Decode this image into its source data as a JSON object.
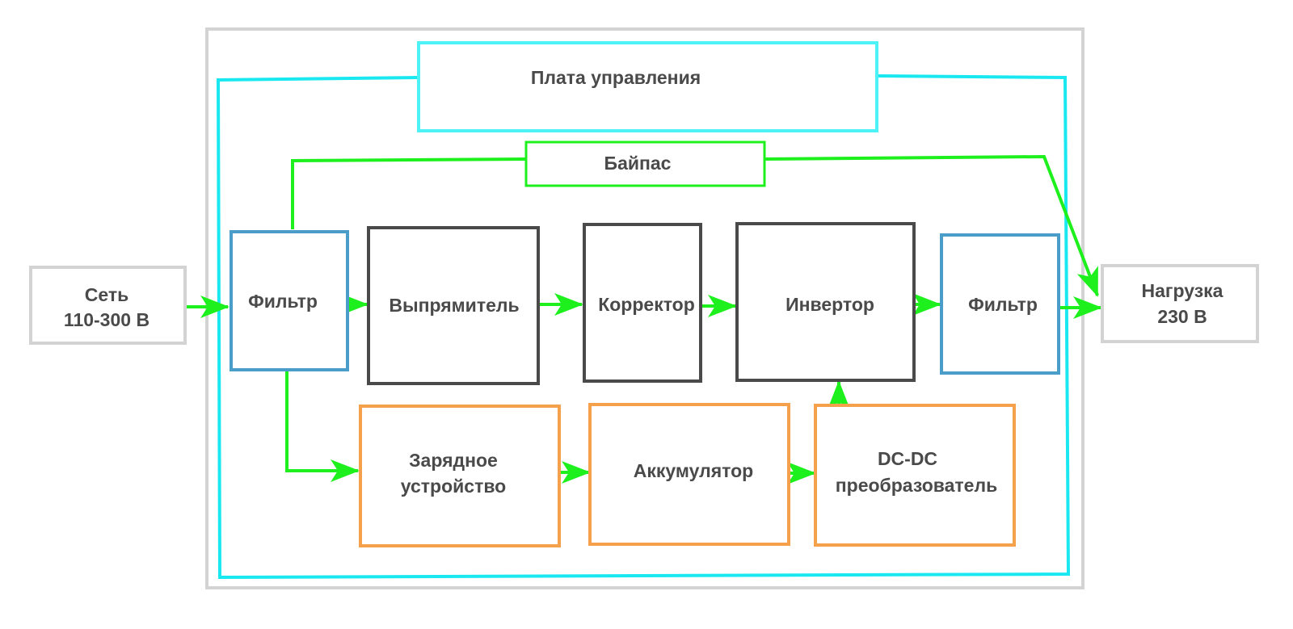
{
  "nodes": {
    "source": {
      "line1": "Сеть",
      "line2": "110-300 В"
    },
    "control_board": {
      "label": "Плата управления"
    },
    "bypass": {
      "label": "Байпас"
    },
    "input_filter": {
      "label": "Фильтр"
    },
    "rectifier": {
      "label": "Выпрямитель"
    },
    "corrector": {
      "label": "Корректор"
    },
    "inverter": {
      "label": "Инвертор"
    },
    "output_filter": {
      "label": "Фильтр"
    },
    "load": {
      "line1": "Нагрузка",
      "line2": "230 В"
    },
    "charger": {
      "line1": "Зарядное",
      "line2": "устройство"
    },
    "battery": {
      "label": "Аккумулятор"
    },
    "dcdc": {
      "line1": "DC-DC",
      "line2": "преобразователь"
    }
  },
  "colors": {
    "frame": "#d3d3d3",
    "control_line": "#19e8f0",
    "control_board_border": "#4cf2f5",
    "power_flow": "#1ef01e",
    "filter_border": "#4a9cc9",
    "conversion_border": "#4a4a4a",
    "battery_path_border": "#f5a04a",
    "io_border": "#d3d3d3",
    "text": "#4a4a4a"
  }
}
